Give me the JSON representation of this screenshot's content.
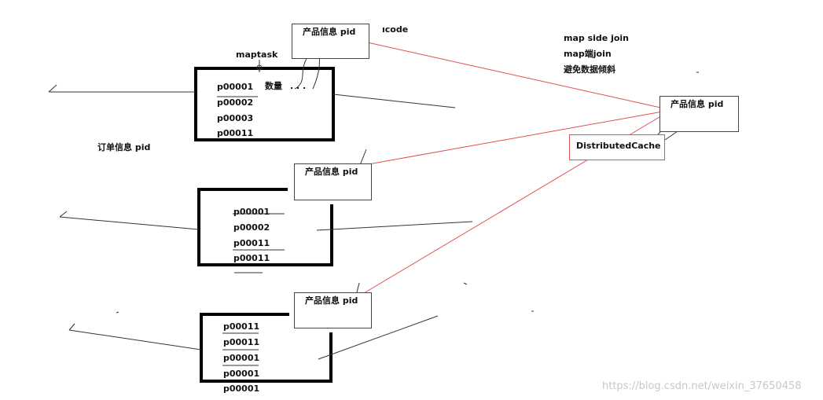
{
  "labels": {
    "maptask": "maptask",
    "order_info": "订单信息  pid",
    "product_top": "产品信息  pid",
    "product_mid": "产品信息  pid",
    "product_bot": "产品信息  pid",
    "product_cache": "产品信息  pid",
    "code": "ıcode",
    "quantity": "数量",
    "dots": ". . .",
    "distributed_cache": "DistributedCache",
    "notes": [
      "map  side  join",
      "map端join",
      "避免数据倾斜"
    ]
  },
  "blocks": {
    "top": [
      "p00001",
      "p00002",
      "p00003",
      "p00011"
    ],
    "mid": [
      "p00001",
      "p00002",
      "p00011",
      "p00011"
    ],
    "bot": [
      "p00011",
      "p00011",
      "p00001",
      "p00001",
      "p00001"
    ]
  },
  "watermark": "https://blog.csdn.net/weixin_37650458",
  "colors": {
    "red_line": "#e05050",
    "ink": "#111111"
  }
}
